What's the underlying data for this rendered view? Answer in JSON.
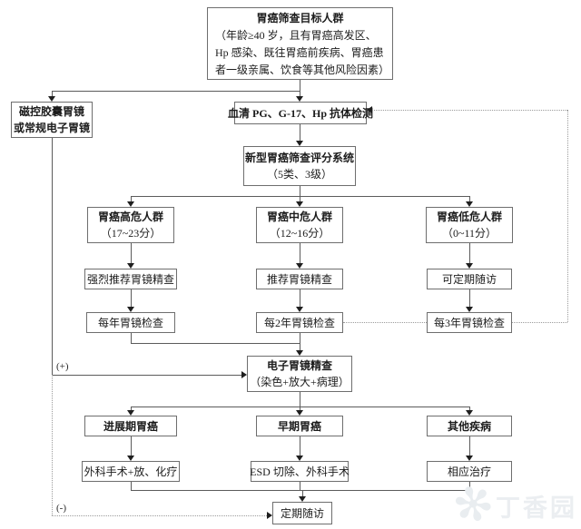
{
  "flow": {
    "target": {
      "title": "胃癌筛查目标人群",
      "desc": "（年龄≥40 岁，且有胃癌高发区、Hp 感染、既往胃癌前疾病、胃癌患者一级亲属、饮食等其他风险因素）"
    },
    "capsule": {
      "line1": "磁控胶囊胃镜",
      "line2": "或常规电子胃镜"
    },
    "serum": {
      "label": "血清 PG、G-17、Hp 抗体检测"
    },
    "score": {
      "title": "新型胃癌筛查评分系统",
      "sub": "（5类、3级）"
    },
    "risk_high": {
      "title": "胃癌高危人群",
      "sub": "（17~23分）"
    },
    "risk_mid": {
      "title": "胃癌中危人群",
      "sub": "（12~16分）"
    },
    "risk_low": {
      "title": "胃癌低危人群",
      "sub": "（0~11分）"
    },
    "rec_high": {
      "label": "强烈推荐胃镜精查"
    },
    "rec_mid": {
      "label": "推荐胃镜精查"
    },
    "rec_low": {
      "label": "可定期随访"
    },
    "int_high": {
      "label": "每年胃镜检查"
    },
    "int_mid": {
      "label": "每2年胃镜检查"
    },
    "int_low": {
      "label": "每3年胃镜检查"
    },
    "endoscopy": {
      "title": "电子胃镜精查",
      "sub": "（染色+放大+病理）"
    },
    "dx_advanced": {
      "label": "进展期胃癌"
    },
    "dx_early": {
      "label": "早期胃癌"
    },
    "dx_other": {
      "label": "其他疾病"
    },
    "tx_advanced": {
      "label": "外科手术+放、化疗"
    },
    "tx_early": {
      "label": "ESD 切除、外科手术"
    },
    "tx_other": {
      "label": "相应治疗"
    },
    "followup": {
      "label": "定期随访"
    },
    "labels": {
      "positive": "(+)",
      "negative": "(-)"
    }
  },
  "watermark": {
    "brand": "丁香园",
    "logo_icon": "dxy-flower"
  }
}
